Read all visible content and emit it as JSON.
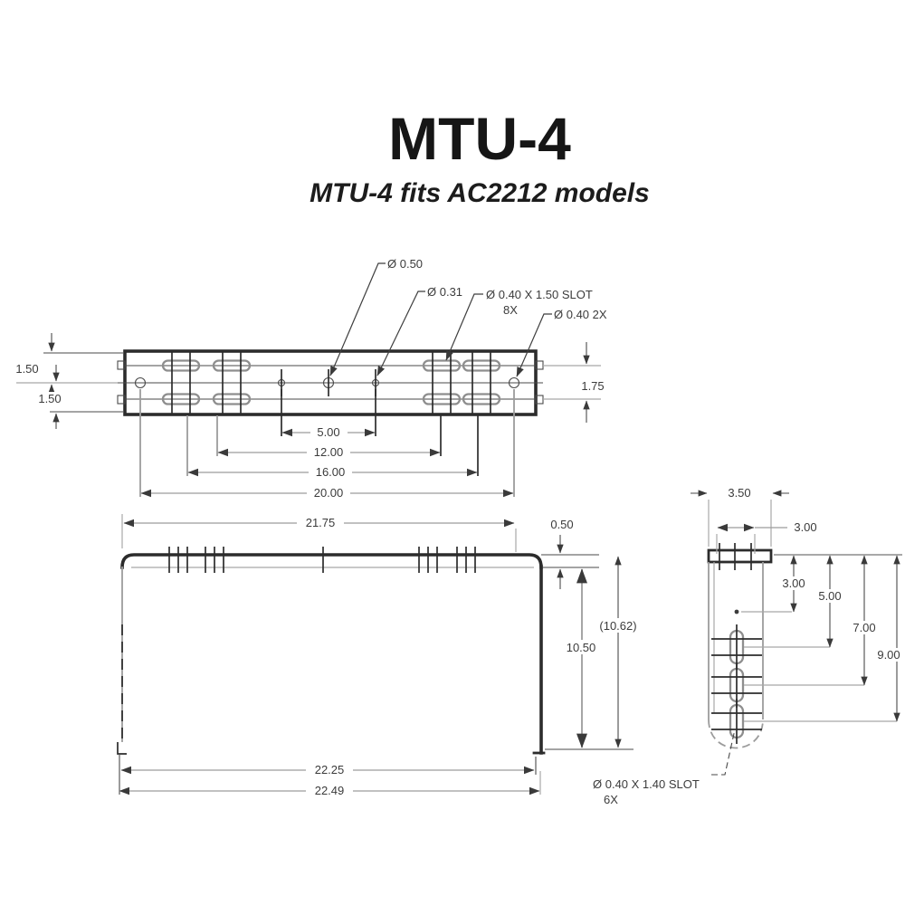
{
  "title": "MTU-4",
  "subtitle": "MTU-4 fits AC2212 models",
  "colors": {
    "outline": "#2c2c2c",
    "dim_line": "#9c9c9c",
    "text": "#3b3b3b"
  },
  "top_view": {
    "callout_d050": "Ø 0.50",
    "callout_d031": "Ø 0.31",
    "callout_slot8_l1": "Ø 0.40 X 1.50 SLOT",
    "callout_slot8_l2": "8X",
    "callout_d040_2x": "Ø 0.40 2X",
    "dim_left_upper": "1.50",
    "dim_left_lower": "1.50",
    "dim_right": "1.75",
    "dim_chain_1": "5.00",
    "dim_chain_2": "12.00",
    "dim_chain_3": "16.00",
    "dim_chain_4": "20.00"
  },
  "front_view": {
    "dim_width_flange": "21.75",
    "dim_return": "0.50",
    "dim_height_overall": "(10.62)",
    "dim_height": "10.50",
    "dim_width_inner": "22.25",
    "dim_width_overall": "22.49"
  },
  "side_view": {
    "dim_flange_width": "3.50",
    "dim_hole_span": "3.00",
    "dim_v1": "3.00",
    "dim_v2": "5.00",
    "dim_v3": "7.00",
    "dim_v4": "9.00",
    "callout_slot6_l1": "Ø 0.40 X 1.40 SLOT",
    "callout_slot6_l2": "6X"
  }
}
